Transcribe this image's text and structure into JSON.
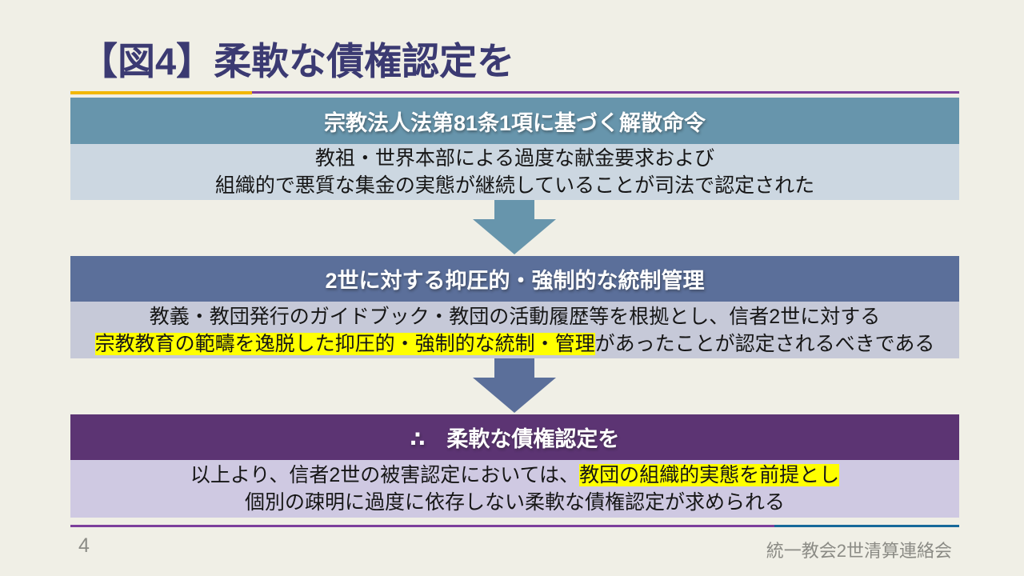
{
  "slide": {
    "title": "【図4】柔軟な債権認定を",
    "page_number": "4",
    "footer": "統一教会2世清算連絡会",
    "colors": {
      "background": "#f0efe6",
      "title_text": "#3b3a72",
      "accent_yellow": "#f2b705",
      "accent_purple": "#7c3f9c",
      "accent_teal": "#17699a",
      "highlight": "#ffff00",
      "box1_header_bg": "#6795ac",
      "box1_body_bg": "#ccd7e1",
      "box2_header_bg": "#5b6f9a",
      "box2_body_bg": "#c6c9d8",
      "box3_header_bg": "#5c3473",
      "box3_body_bg": "#cfc9e2",
      "arrow1": "#6795ac",
      "arrow2": "#5b6f9a"
    },
    "boxes": [
      {
        "header": "宗教法人法第81条1項に基づく解散命令",
        "body_lines": [
          [
            {
              "text": "教祖・世界本部による過度な献金要求および",
              "highlight": false
            }
          ],
          [
            {
              "text": "組織的で悪質な集金の実態が継続していることが司法で認定された",
              "highlight": false
            }
          ]
        ]
      },
      {
        "header": "2世に対する抑圧的・強制的な統制管理",
        "body_lines": [
          [
            {
              "text": "教義・教団発行のガイドブック・教団の活動履歴等を根拠とし、信者2世に対する",
              "highlight": false
            }
          ],
          [
            {
              "text": "宗教教育の範疇を逸脱した抑圧的・強制的な統制・管理",
              "highlight": true
            },
            {
              "text": "があったことが認定されるべきである",
              "highlight": false
            }
          ]
        ]
      },
      {
        "header": "∴　柔軟な債権認定を",
        "body_lines": [
          [
            {
              "text": "以上より、信者2世の被害認定においては、",
              "highlight": false
            },
            {
              "text": "教団の組織的実態を前提とし",
              "highlight": true
            }
          ],
          [
            {
              "text": "個別の疎明に過度に依存しない柔軟な債権認定が求められる",
              "highlight": false
            }
          ]
        ]
      }
    ],
    "icons": {
      "arrow1": "down-arrow-icon",
      "arrow2": "down-arrow-icon"
    }
  }
}
